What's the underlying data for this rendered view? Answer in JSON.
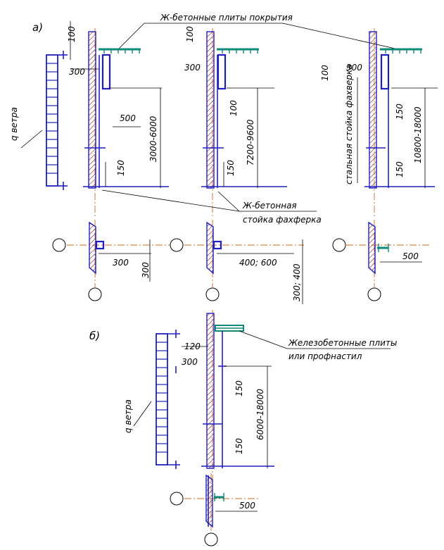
{
  "panel_a": {
    "label": "а)",
    "roof_slab_note": "Ж-бетонные плиты покрытия",
    "wind_load": "q ветра",
    "concrete_post_note": [
      "Ж-бетонная",
      "стойка фахферка"
    ],
    "steel_post_note": "стальная стойка фахверка",
    "col1": {
      "top": "100",
      "offset": "300",
      "span": "500",
      "height": "3000-6000",
      "gap": "150",
      "plan_offset": "300",
      "plan_depth": "300"
    },
    "col2": {
      "top": "100",
      "offset": "300",
      "gap_top": "100",
      "height": "7200-9600",
      "gap": "150",
      "plan_offset": "400; 600",
      "plan_depth": "300; 400"
    },
    "col3": {
      "top": "100",
      "offset": "300",
      "gap_top": "150",
      "height": "10800-18000",
      "gap": "150",
      "plan_offset": "500"
    }
  },
  "panel_b": {
    "label": "б)",
    "wind_load": "q ветра",
    "slab_note": [
      "Железобетонные плиты",
      "или профнастил"
    ],
    "top": "120",
    "offset": "300",
    "gap_top": "150",
    "height": "6000-18000",
    "gap": "150",
    "plan_offset": "500"
  }
}
